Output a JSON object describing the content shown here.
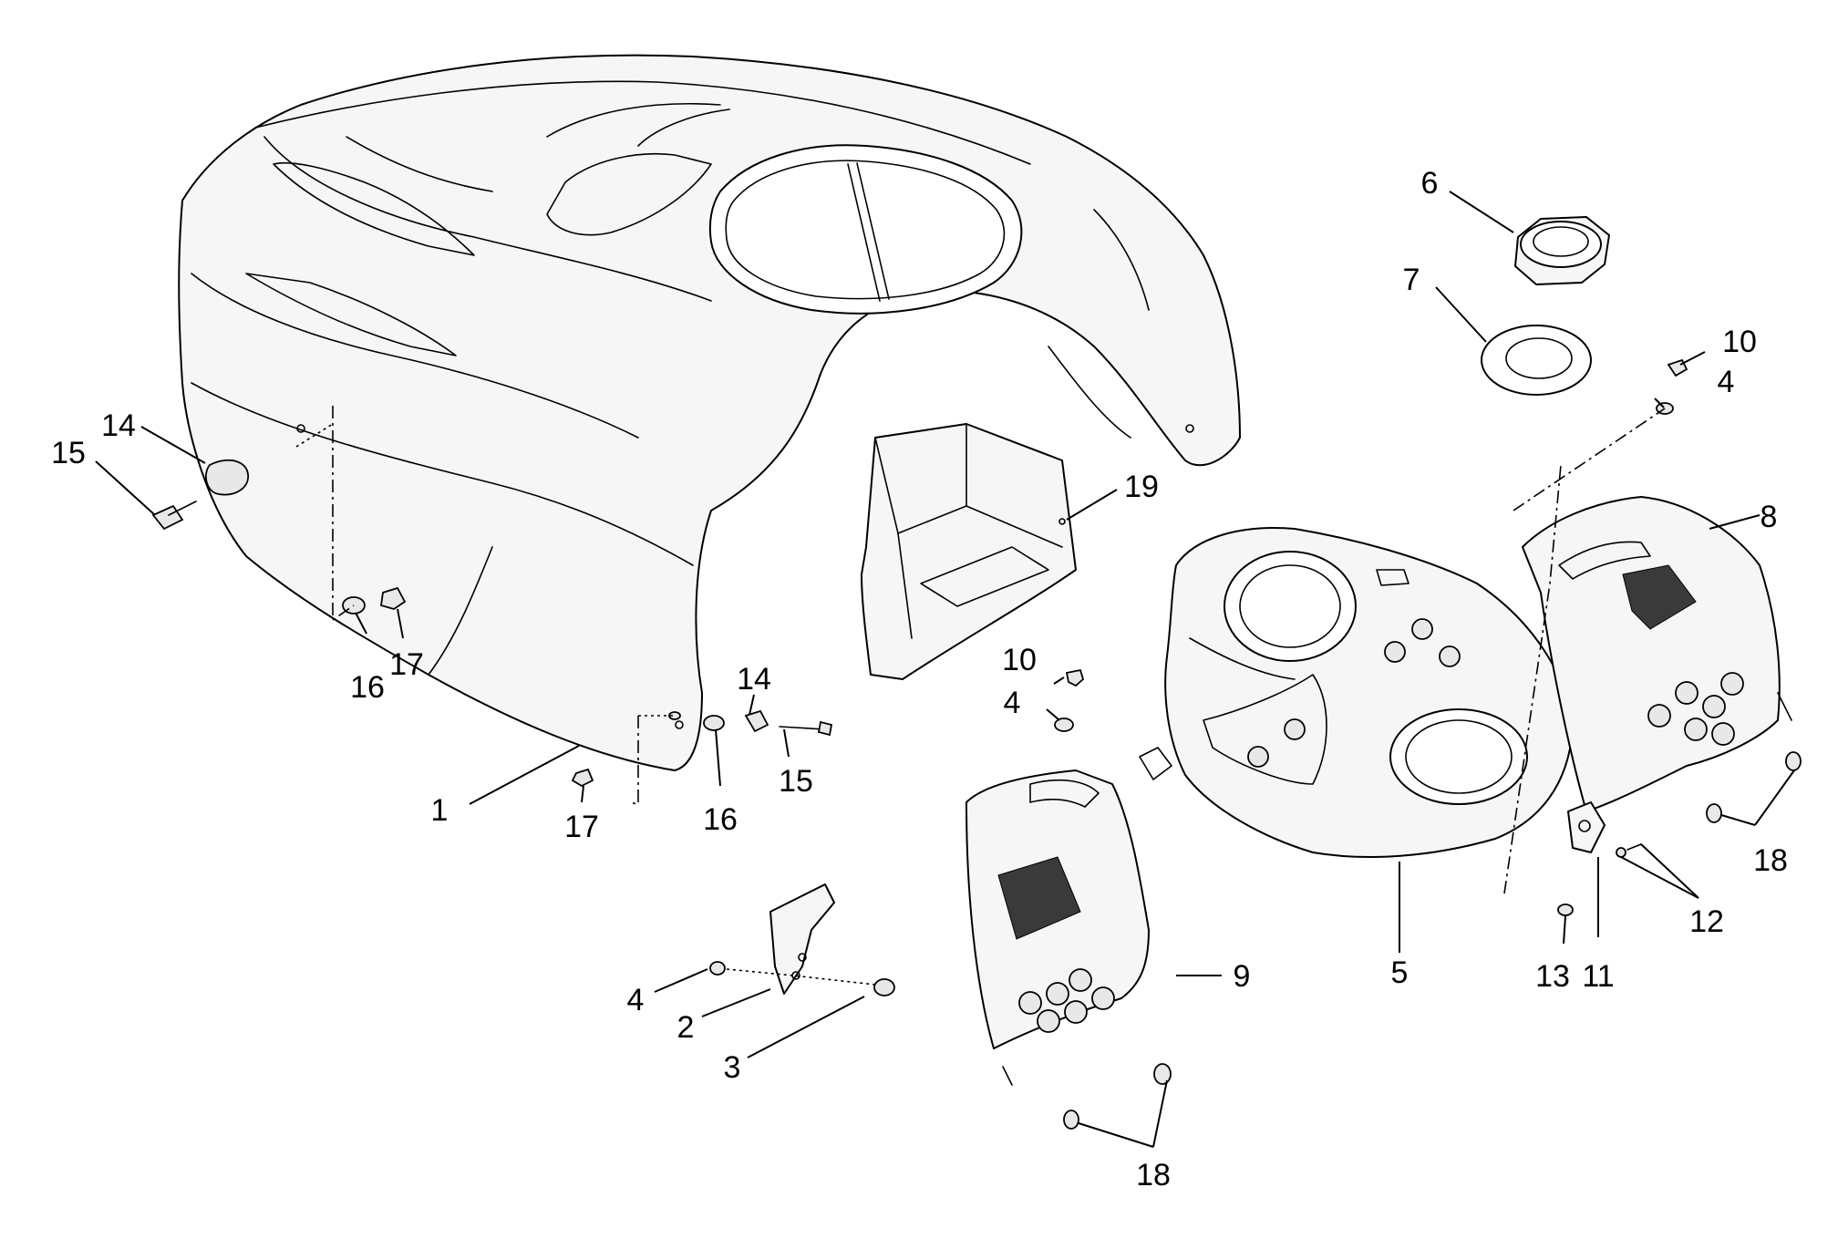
{
  "callouts": [
    {
      "id": "c1",
      "label": "1"
    },
    {
      "id": "c2",
      "label": "2"
    },
    {
      "id": "c3",
      "label": "3"
    },
    {
      "id": "c4a",
      "label": "4"
    },
    {
      "id": "c4b",
      "label": "4"
    },
    {
      "id": "c4c",
      "label": "4"
    },
    {
      "id": "c5",
      "label": "5"
    },
    {
      "id": "c6",
      "label": "6"
    },
    {
      "id": "c7",
      "label": "7"
    },
    {
      "id": "c8",
      "label": "8"
    },
    {
      "id": "c9",
      "label": "9"
    },
    {
      "id": "c10a",
      "label": "10"
    },
    {
      "id": "c10b",
      "label": "10"
    },
    {
      "id": "c11",
      "label": "11"
    },
    {
      "id": "c12",
      "label": "12"
    },
    {
      "id": "c13",
      "label": "13"
    },
    {
      "id": "c14a",
      "label": "14"
    },
    {
      "id": "c14b",
      "label": "14"
    },
    {
      "id": "c15a",
      "label": "15"
    },
    {
      "id": "c15b",
      "label": "15"
    },
    {
      "id": "c16a",
      "label": "16"
    },
    {
      "id": "c16b",
      "label": "16"
    },
    {
      "id": "c17a",
      "label": "17"
    },
    {
      "id": "c17b",
      "label": "17"
    },
    {
      "id": "c18a",
      "label": "18"
    },
    {
      "id": "c18b",
      "label": "18"
    },
    {
      "id": "c19",
      "label": "19"
    }
  ],
  "colors": {
    "line": "#000000",
    "background": "#ffffff",
    "mesh": "#3a3a3a"
  }
}
